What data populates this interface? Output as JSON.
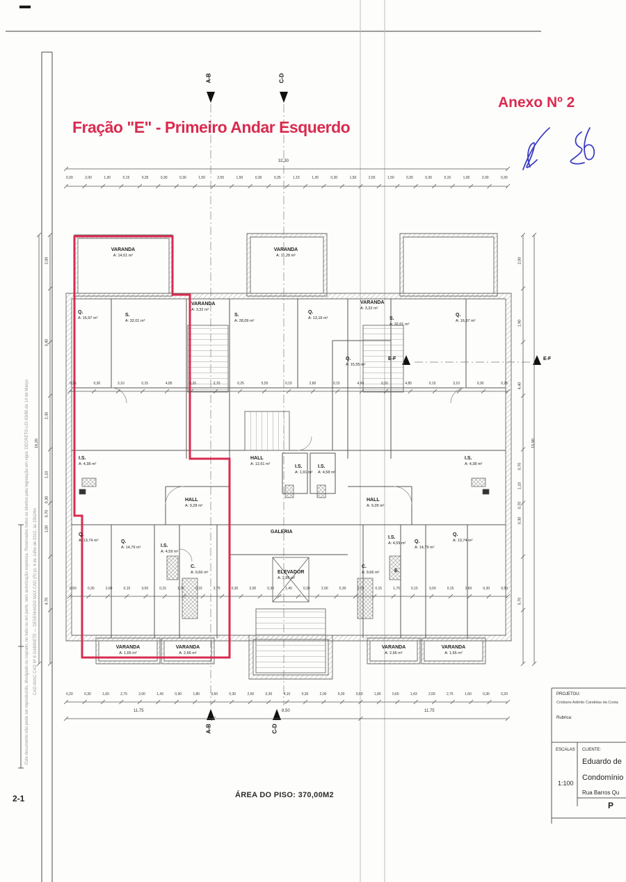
{
  "page": {
    "annex": "Anexo Nº 2",
    "title": "Fração \"E\" - Primeiro Andar Esquerdo",
    "floor_area": "ÁREA DO PISO: 370,00M2",
    "sheet_number": "2-1",
    "side_text_1": "Este documento não pode ser reproduzido, divulgado ou copiado, no todo ou em parte, sem autorização expressa. Reservados todos os direitos pela legislação em vigor. DECRETO-LEI 63/85 de 14 de Março",
    "side_text_2": "CAD AVAC CAD Nº 6 GABINETE — DESENHADO MAX CAD (R) pt, 4 de Julho de 2012, às 15h24m"
  },
  "section_markers": {
    "ab": "A-B",
    "cd": "C-D",
    "ef": "E-F"
  },
  "rooms": [
    {
      "name": "VARANDA",
      "area": "A: 14,01 m²"
    },
    {
      "name": "Q.",
      "area": "A: 16,97 m²"
    },
    {
      "name": "S.",
      "area": "A: 32,01 m²"
    },
    {
      "name": "VARANDA",
      "area": "A: 3,32 m²"
    },
    {
      "name": "VARANDA",
      "area": "A: 11,28 m²"
    },
    {
      "name": "S.",
      "area": "A: 28,09 m²"
    },
    {
      "name": "Q.",
      "area": "A: 13,16 m²"
    },
    {
      "name": "VARANDA",
      "area": "A: 3,32 m²"
    },
    {
      "name": "Q.",
      "area": "A: 15,55 m²"
    },
    {
      "name": "S.",
      "area": "A: 32,01 m²"
    },
    {
      "name": "Q.",
      "area": "A: 16,97 m²"
    },
    {
      "name": "I.S.",
      "area": "A: 4,38 m²"
    },
    {
      "name": "HALL",
      "area": "A: 12,61 m²"
    },
    {
      "name": "I.S.",
      "area": "A: 1,91 m²"
    },
    {
      "name": "I.S.",
      "area": "A: 4,58 m²"
    },
    {
      "name": "I.S.",
      "area": "A: 4,38 m²"
    },
    {
      "name": "HALL",
      "area": "A: 9,28 m²"
    },
    {
      "name": "HALL",
      "area": "A: 9,28 m²"
    },
    {
      "name": "Q.",
      "area": "A: 13,74 m²"
    },
    {
      "name": "Q.",
      "area": "A: 14,79 m²"
    },
    {
      "name": "I.S.",
      "area": "A: 4,59 m²"
    },
    {
      "name": "C.",
      "area": "A: 9,66 m²"
    },
    {
      "name": "GALERIA",
      "area": ""
    },
    {
      "name": "ELEVADOR",
      "area": "A: 2,95 m²"
    },
    {
      "name": "C.",
      "area": "A: 9,66 m²"
    },
    {
      "name": "E.",
      "area": ""
    },
    {
      "name": "I.S.",
      "area": "A: 4,59 m²"
    },
    {
      "name": "Q.",
      "area": "A: 14,79 m²"
    },
    {
      "name": "Q.",
      "area": "A: 13,74 m²"
    },
    {
      "name": "VARANDA",
      "area": "A: 1,65 m²"
    },
    {
      "name": "VARANDA",
      "area": "A: 2,66 m²"
    },
    {
      "name": "VARANDA",
      "area": "A: 2,66 m²"
    },
    {
      "name": "VARANDA",
      "area": "A: 1,65 m²"
    }
  ],
  "dimensions": {
    "overall_top": "32,30",
    "top_row": "0,30 2,00 1,30 0,15 0,35 0,30 0,30 1,50 2,55 1,50 0,30 0,35 1,15 1,30 0,30 1,50 2,55 1,50 0,30 0,30 0,15 1,00 2,00 0,30",
    "mid_row_upper": "0,25 0,30 3,10 0,15 4,85 0,20 2,70 0,25 5,55 0,15 2,80 0,15 4,60 0,20 4,85 0,15 3,10 0,30 0,25",
    "mid_row_lower": "0,50 0,30 2,60 0,15 3,00 0,15 1,70 0,15 2,70 0,30 2,00 0,30 1,40 0,30 2,00 0,30 2,70 0,15 1,70 0,15 3,00 0,15 2,60 0,30 0,50",
    "bottom_row": "0,20 0,30 1,60 2,75 2,00 1,43 0,90 1,80 3,60 0,30 2,00 0,30 4,10 0,30 2,00 0,30 0,60 1,80 0,60 1,43 2,00 2,75 1,60 0,30 0,20",
    "bottom_totals": [
      "11,75",
      "8,50",
      "11,75"
    ],
    "left_chain": [
      "2,00",
      "3,40",
      "2,30",
      "1,10",
      "0,30",
      "0,70",
      "1,00",
      "4,70"
    ],
    "left_overall": "16,20",
    "right_chain": [
      "2,00",
      "1,90",
      "4,40",
      "0,70",
      "1,10",
      "0,70",
      "0,30",
      "5,70"
    ],
    "right_overall": "15,90"
  },
  "title_block": {
    "projetou_label": "PROJETOU:",
    "projetou_name": "Cristiano Adérito Candelas da Costa",
    "rubrica_label": "Rubrica:",
    "escalas_label": "ESCALAS",
    "cliente_label": "CLIENTE:",
    "scale_value": "1:100",
    "cliente_line1": "Eduardo de",
    "cliente_line2": "Condomínio",
    "cliente_line3": "Rua Barros Qu",
    "corner_letter": "P"
  },
  "colors": {
    "accent_red": "#d92b4f",
    "signature_blue": "#3d3dc4"
  }
}
